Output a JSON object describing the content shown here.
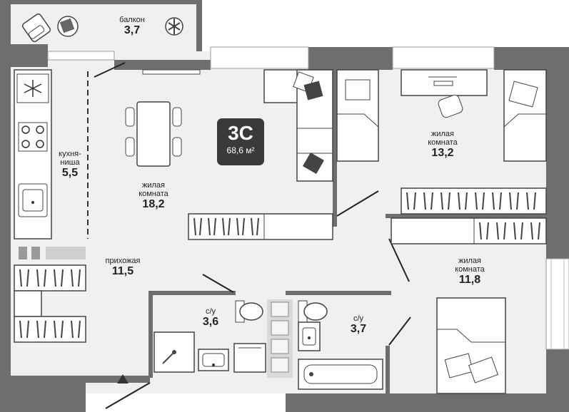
{
  "apartment": {
    "code": "3С",
    "total_area": "68,6 м²"
  },
  "rooms": {
    "balcony": {
      "name": "балкон",
      "area": "3,7"
    },
    "kitchen": {
      "name": "кухня-\nниша",
      "area": "5,5"
    },
    "living": {
      "name": "жилая\nкомната",
      "area": "18,2"
    },
    "bedroom1": {
      "name": "жилая\nкомната",
      "area": "13,2"
    },
    "bedroom2": {
      "name": "жилая\nкомната",
      "area": "11,8"
    },
    "hall": {
      "name": "прихожая",
      "area": "11,5"
    },
    "bath1": {
      "name": "с/у",
      "area": "3,6"
    },
    "bath2": {
      "name": "с/у",
      "area": "3,7"
    }
  },
  "icons": [
    "snowflake-icon",
    "entrance-arrow-icon"
  ]
}
